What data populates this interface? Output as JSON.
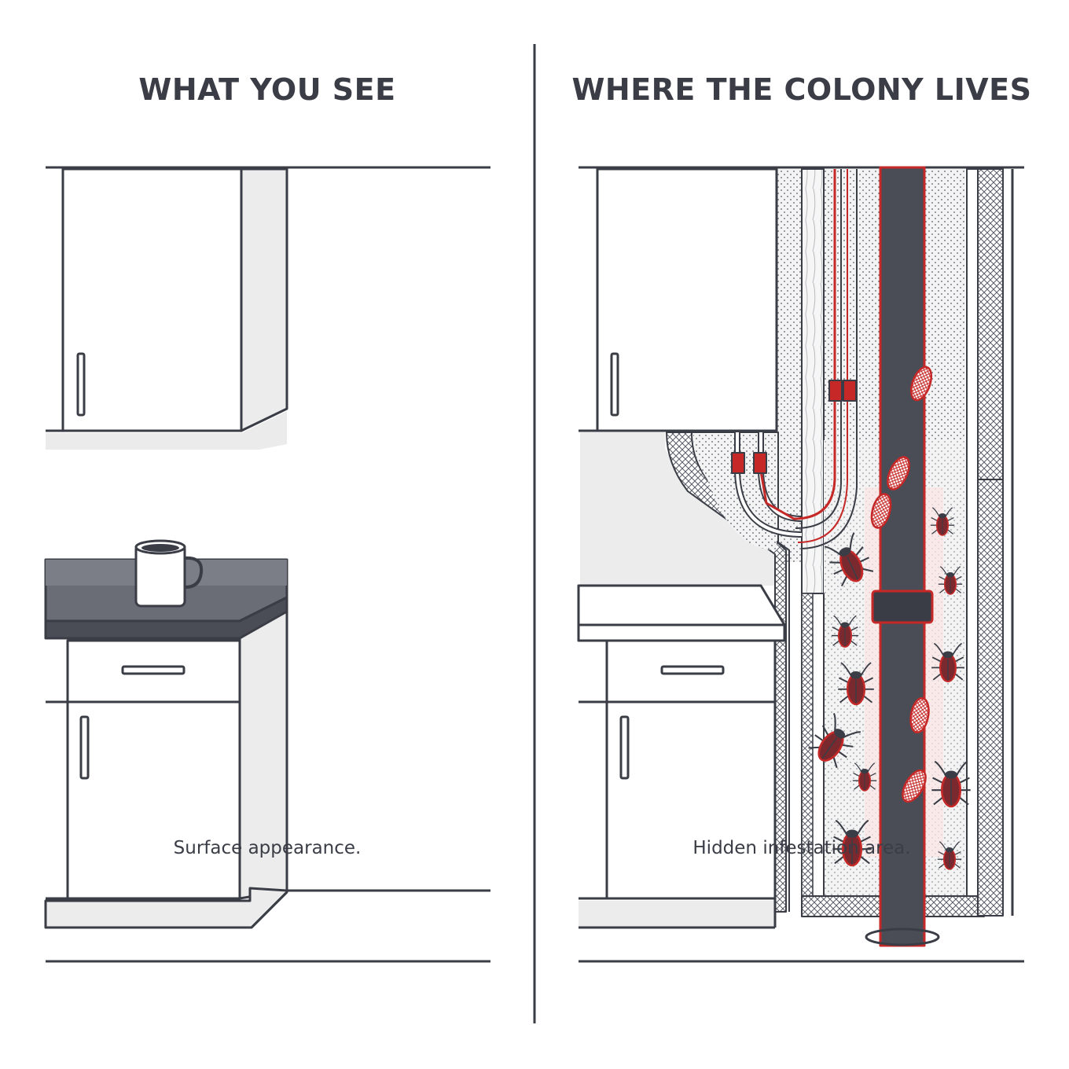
{
  "left_panel": {
    "title": "WHAT YOU SEE",
    "caption": "Surface appearance."
  },
  "right_panel": {
    "title": "WHERE THE COLONY LIVES",
    "caption": "Hidden infestation area."
  },
  "colors": {
    "ink": "#3a3d46",
    "accent_red": "#c62828",
    "shadow_gray": "#ebebeb",
    "countertop": "#5a5d66"
  }
}
